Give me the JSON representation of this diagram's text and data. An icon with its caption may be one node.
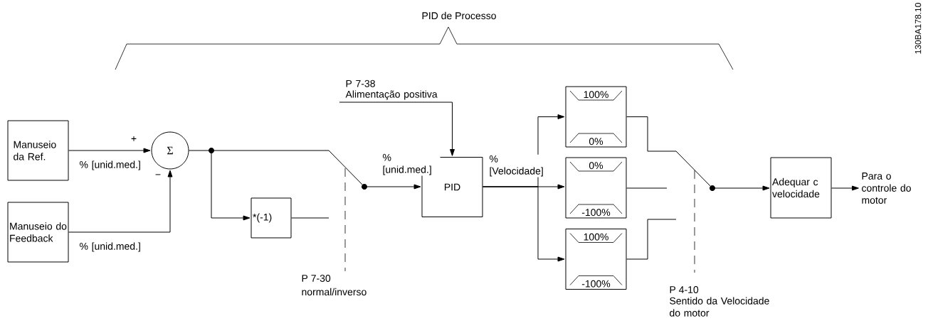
{
  "diagram": {
    "nodes": [
      {
        "text": [
          "Manuseio da Ref."
        ]
      },
      {
        "text": [
          "Manuseio do Feedback"
        ]
      },
      {
        "text": [
          "Σ"
        ]
      },
      {
        "text": [],
        "shape": "circle"
      },
      {
        "text": [
          "*(-1)"
        ]
      },
      {
        "text": [],
        "shape": "circle"
      },
      {
        "text": [
          "PID"
        ]
      },
      {
        "text": [
          "100%",
          "0%"
        ]
      },
      {
        "text": [
          "0%",
          "-100%"
        ]
      },
      {
        "text": [
          "100%",
          "-100%"
        ]
      },
      {
        "text": [],
        "shape": "circle"
      },
      {
        "text": [
          "Adequar c velocidade"
        ]
      },
      {
        "text": [
          "Para o controle do motor"
        ]
      },
      {
        "text": [
          "P 7-38",
          "Alimentação positiva"
        ]
      }
    ],
    "edges": [
      {
        "from": 0,
        "to": 2,
        "arrow": "to",
        "label": "% [unid.med.]"
      },
      {
        "from": 1,
        "to": 2,
        "arrow": "to",
        "label": "% [unid.med.]"
      },
      {
        "from": 2,
        "to": 3,
        "arrow": "none"
      },
      {
        "from": 3,
        "to": 4,
        "arrow": "to"
      },
      {
        "from": 3,
        "to": 5,
        "arrow": "none"
      },
      {
        "from": 4,
        "to": null,
        "arrow": "none"
      },
      {
        "from": 5,
        "to": 6,
        "arrow": "to",
        "label": "% [unid.med.]"
      },
      {
        "from": 13,
        "to": 6,
        "arrow": "to"
      },
      {
        "from": 6,
        "to": 7,
        "arrow": "to"
      },
      {
        "from": 6,
        "to": 8,
        "arrow": "to",
        "label": "% [Velocidade]"
      },
      {
        "from": 6,
        "to": 9,
        "arrow": "to"
      },
      {
        "from": 7,
        "to": 10,
        "arrow": "none"
      },
      {
        "from": 8,
        "to": null,
        "arrow": "none"
      },
      {
        "from": 9,
        "to": null,
        "arrow": "none"
      },
      {
        "from": 10,
        "to": 11,
        "arrow": "to"
      },
      {
        "from": 11,
        "to": 12,
        "arrow": "to"
      }
    ],
    "labels": [
      "PID de Processo",
      "130BA178.10",
      "+",
      "−",
      "P 7-30",
      "normal/inverso",
      "P 4-10",
      "Sentido da Velocidade do motor"
    ]
  }
}
